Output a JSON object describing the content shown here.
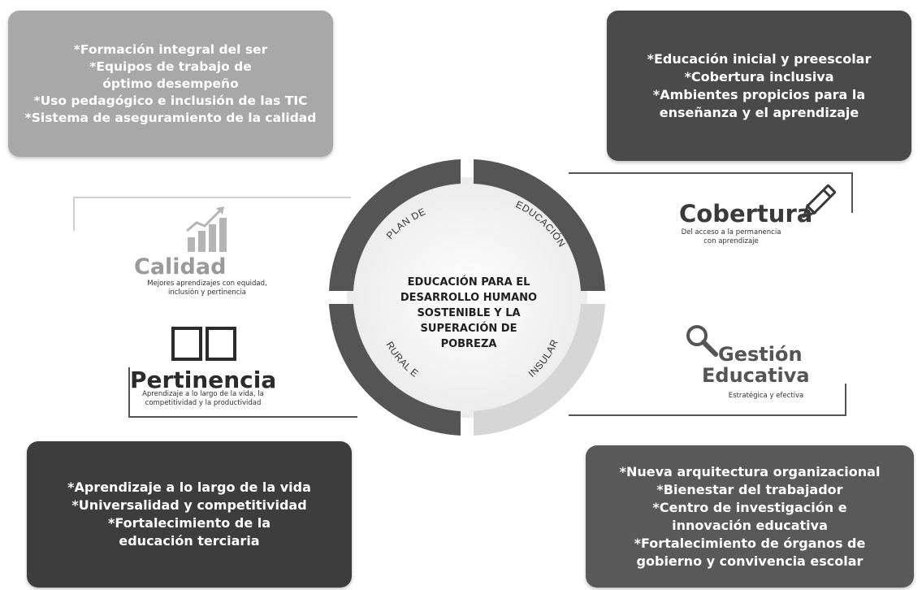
{
  "boxes": {
    "top_left": [
      "*Formación integral del ser",
      "*Equipos de trabajo de",
      "óptimo desempeño",
      "*Uso pedagógico e inclusión de las TIC",
      "*Sistema de aseguramiento de la calidad"
    ],
    "top_right": [
      "*Educación inicial y preescolar",
      "*Cobertura inclusiva",
      "*Ambientes propicios para la",
      "enseñanza y el aprendizaje"
    ],
    "bottom_left": [
      "*Aprendizaje a lo largo de la vida",
      "*Universalidad y competitividad",
      "*Fortalecimiento de la",
      "educación terciaria"
    ],
    "bottom_right": [
      "*Nueva arquitectura organizacional",
      "*Bienestar del trabajador",
      "*Centro de investigación e",
      "innovación educativa",
      "*Fortalecimiento de órganos de",
      "gobierno y convivencia escolar"
    ]
  },
  "pillars": {
    "calidad": {
      "title": "Calidad",
      "subtitle_1": "Mejores aprendizajes con equidad,",
      "subtitle_2": "inclusión y pertinencia",
      "icon": "growth-chart-icon"
    },
    "pertinencia": {
      "title": "Pertinencia",
      "subtitle_1": "Aprendizaje a lo largo de la vida, la",
      "subtitle_2": "competitividad y la productividad",
      "icon": "open-book-icon"
    },
    "cobertura": {
      "title": "Cobertura",
      "subtitle_1": "Del acceso a la permanencia",
      "subtitle_2": "con aprendizaje",
      "icon": "pencil-icon"
    },
    "gestion": {
      "title_1": "Gestión",
      "title_2": "Educativa",
      "subtitle": "Estratégica y efectiva",
      "icon": "magnifier-icon"
    }
  },
  "wheel": {
    "segments": [
      "PLAN DE",
      "EDUCACIÓN",
      "RURAL E",
      "INSULAR"
    ],
    "center": [
      "EDUCACIÓN PARA EL",
      "DESARROLLO HUMANO",
      "SOSTENIBLE Y LA",
      "SUPERACIÓN DE",
      "POBREZA"
    ]
  },
  "colors": {
    "box_top_left": "#a8a8a8",
    "box_top_right": "#4a4a4a",
    "box_bottom_left": "#3d3d3d",
    "box_bottom_right": "#595959",
    "ring_dark": "#555555",
    "ring_light": "#d6d6d6"
  }
}
